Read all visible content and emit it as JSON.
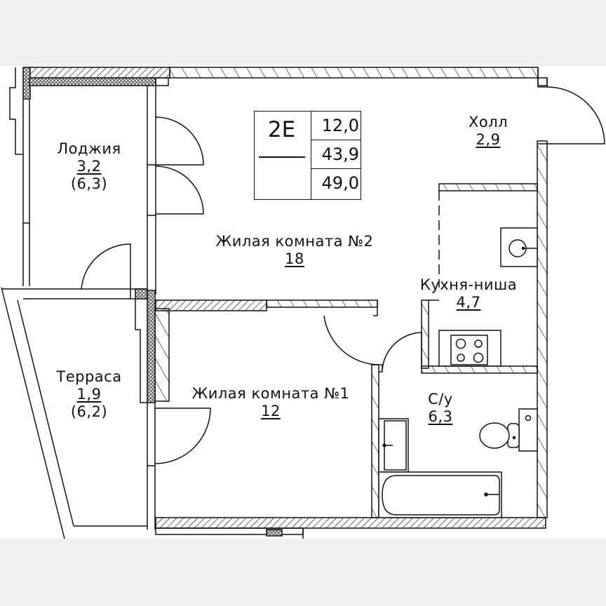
{
  "plan": {
    "unit_code": "2E",
    "summary_areas": [
      "12,0",
      "43,9",
      "49,0"
    ],
    "rooms": [
      {
        "id": "loggia",
        "name": "Лоджия",
        "area": "3,2",
        "total": "(6,3)"
      },
      {
        "id": "hall",
        "name": "Холл",
        "area": "2,9"
      },
      {
        "id": "living-room-2",
        "name": "Жилая комната №2",
        "area": "18"
      },
      {
        "id": "kitchen-niche",
        "name": "Кухня-ниша",
        "area": "4,7"
      },
      {
        "id": "terrace",
        "name": "Терраса",
        "area": "1,9",
        "total": "(6,2)"
      },
      {
        "id": "living-room-1",
        "name": "Жилая комната №1",
        "area": "12"
      },
      {
        "id": "bathroom",
        "name": "С/у",
        "area": "6,3"
      }
    ],
    "fixtures": [
      "sink",
      "stove",
      "toilet",
      "washbasin",
      "bathtub"
    ]
  },
  "colors": {
    "background": "#f0f0f0",
    "paper": "#ffffff",
    "ink": "#111111"
  }
}
